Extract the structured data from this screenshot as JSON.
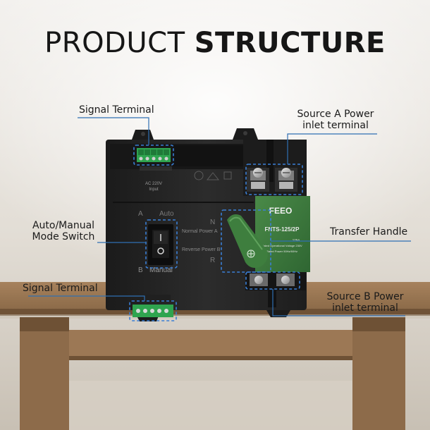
{
  "title": {
    "light": "PRODUCT ",
    "bold": "STRUCTURE"
  },
  "callouts": {
    "signal_terminal_top": "Signal Terminal",
    "source_a_line1": "Source A Power",
    "source_a_line2": "inlet terminal",
    "auto_manual_line1": "Auto/Manual",
    "auto_manual_line2": "Mode Switch",
    "transfer_handle": "Transfer Handle",
    "signal_terminal_bottom": "Signal Terminal",
    "source_b_line1": "Source B Power",
    "source_b_line2": "inlet terminal"
  },
  "device": {
    "brand": "FEEO",
    "model": "FNTS-125/2P",
    "auto_label": "Auto",
    "manual_label": "Manual",
    "normal_power": "Normal Power A",
    "reverse_power": "Reverse Power B",
    "letter_a": "A",
    "letter_b": "B",
    "letter_n": "N",
    "letter_r": "R",
    "ac_label": "AC 220V",
    "input_label": "Input",
    "rated_current": "125A",
    "rated_voltage": "Rated Operational Voltage 230V",
    "rated_power": "Rated Power  50Hz/60Hz"
  },
  "colors": {
    "callout_line": "#2f6fb3",
    "dashed_box": "#3a7fd6",
    "device_body": "#232323",
    "panel_green": "#3d7a3e",
    "terminal_green": "#2fa44f"
  }
}
